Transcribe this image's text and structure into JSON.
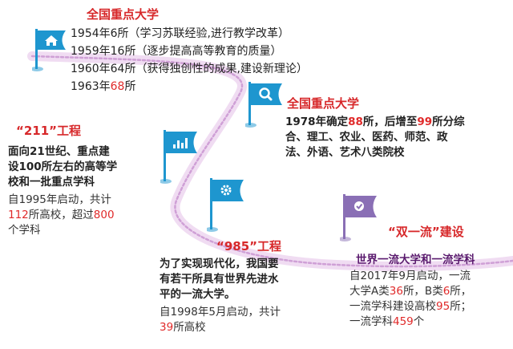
{
  "stage1": {
    "title": "全国重点大学",
    "lines": [
      "1954年6所（学习苏联经验,进行教学改革）",
      "1959年16所（逐步提高高等教育的质量）",
      "1960年64所（获得独创性的成果,建设新理论）"
    ],
    "last_line_prefix": "1963年",
    "last_line_number": "68",
    "last_line_suffix": "所"
  },
  "stage2": {
    "title": "全国重点大学",
    "line1_prefix": "1978年确定",
    "line1_num1": "88",
    "line1_mid": "所，后增至",
    "line1_num2": "99",
    "line1_suffix": "所分综",
    "line2": "合、理工、农业、医药、师范、政",
    "line3": "法、外语、艺术八类院校"
  },
  "stage3": {
    "title": "“211”工程",
    "desc_lines": [
      "面向21世纪、重点建",
      "设100所左右的高等学",
      "校和一批重点学科"
    ],
    "detail_line1": "自1995年启动，共计",
    "detail_num1": "112",
    "detail_mid": "所高校，超过",
    "detail_num2": "800",
    "detail_line3": "个学科"
  },
  "stage4": {
    "title": "“985”工程",
    "desc_lines": [
      "为了实现现代化，我国要",
      "有若干所具有世界先进水",
      "平的一流大学。"
    ],
    "detail_line1": "自1998年5月启动，共计",
    "detail_num": "39",
    "detail_suffix": "所高校"
  },
  "stage5": {
    "title": "“双一流”建设",
    "subtitle": "世界一流大学和一流学科",
    "line1": "自2017年9月启动，一流",
    "line2_prefix": "大学A类",
    "line2_num1": "36",
    "line2_mid": "所，B类",
    "line2_num2": "6",
    "line2_suffix": "所，",
    "line3_prefix": "一流学科建设高校",
    "line3_num": "95",
    "line3_suffix": "所；",
    "line4_prefix": "一流学科",
    "line4_num": "459",
    "line4_suffix": "个"
  },
  "colors": {
    "flag_blue": "#1e96cf",
    "flag_purple": "#8a6fb5",
    "road_light": "#e6ccec",
    "road_dark": "#c893d0",
    "red": "#d7282a",
    "purple_text": "#5a1a6e"
  },
  "icons": [
    "home-icon",
    "search-icon",
    "bar-chart-icon",
    "gear-icon",
    "check-icon"
  ]
}
